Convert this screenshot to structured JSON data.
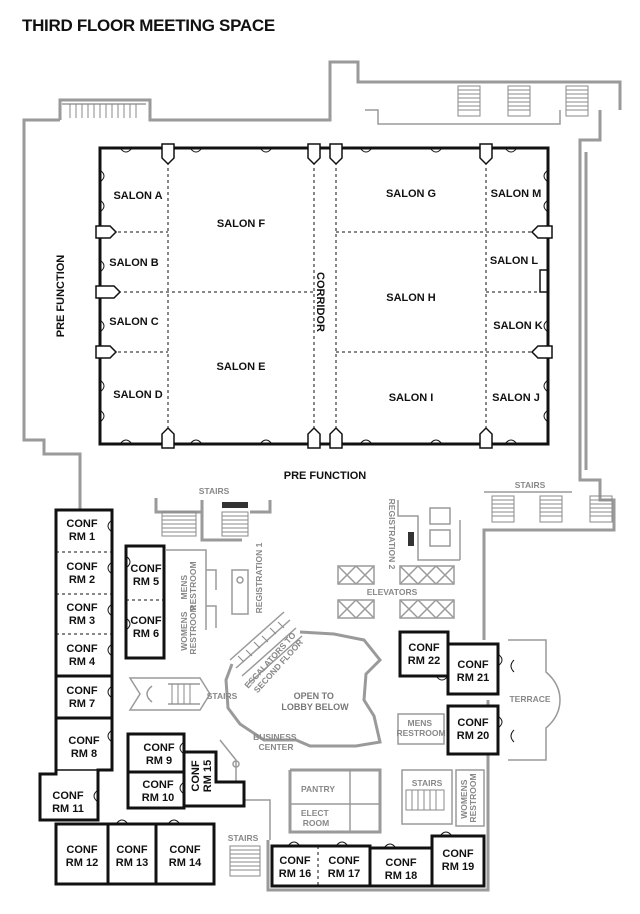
{
  "title": "THIRD FLOOR MEETING SPACE",
  "salons": {
    "a": "SALON A",
    "b": "SALON B",
    "c": "SALON C",
    "d": "SALON D",
    "e": "SALON E",
    "f": "SALON F",
    "g": "SALON G",
    "h": "SALON H",
    "i": "SALON I",
    "j": "SALON J",
    "k": "SALON K",
    "l": "SALON L",
    "m": "SALON M"
  },
  "areas": {
    "corridor": "CORRIDOR",
    "pre_function_top": "PRE FUNCTION",
    "pre_function_left": "PRE FUNCTION",
    "stairs_top": "STAIRS",
    "stairs_right": "STAIRS",
    "stairs_mid": "STAIRS",
    "stairs_bottom": "STAIRS",
    "stairs_lower_right": "STAIRS",
    "registration_1": "REGISTRATION 1",
    "registration_2": "REGISTRATION 2",
    "elevators": "ELEVATORS",
    "mens_restroom_left": [
      "MENS",
      "RESTROOM"
    ],
    "womens_restroom_left": [
      "WOMENS",
      "RESTROOM"
    ],
    "escalators": [
      "ESCALATORS TO",
      "SECOND FLOOR"
    ],
    "open_lobby": [
      "OPEN TO",
      "LOBBY BELOW"
    ],
    "business_center": [
      "BUSINESS",
      "CENTER"
    ],
    "pantry": "PANTRY",
    "elect_room": [
      "ELECT",
      "ROOM"
    ],
    "terrace": "TERRACE",
    "mens_restroom_right": [
      "MENS",
      "RESTROOM"
    ],
    "womens_restroom_right": [
      "WOMENS",
      "RESTROOM"
    ]
  },
  "conf": {
    "r1": [
      "CONF",
      "RM 1"
    ],
    "r2": [
      "CONF",
      "RM 2"
    ],
    "r3": [
      "CONF",
      "RM 3"
    ],
    "r4": [
      "CONF",
      "RM 4"
    ],
    "r5": [
      "CONF",
      "RM 5"
    ],
    "r6": [
      "CONF",
      "RM 6"
    ],
    "r7": [
      "CONF",
      "RM 7"
    ],
    "r8": [
      "CONF",
      "RM 8"
    ],
    "r9": [
      "CONF",
      "RM 9"
    ],
    "r10": [
      "CONF",
      "RM 10"
    ],
    "r11": [
      "CONF",
      "RM 11"
    ],
    "r12": [
      "CONF",
      "RM 12"
    ],
    "r13": [
      "CONF",
      "RM 13"
    ],
    "r14": [
      "CONF",
      "RM 14"
    ],
    "r15": [
      "CONF",
      "RM 15"
    ],
    "r16": [
      "CONF",
      "RM 16"
    ],
    "r17": [
      "CONF",
      "RM 17"
    ],
    "r18": [
      "CONF",
      "RM 18"
    ],
    "r19": [
      "CONF",
      "RM 19"
    ],
    "r20": [
      "CONF",
      "RM 20"
    ],
    "r21": [
      "CONF",
      "RM 21"
    ],
    "r22": [
      "CONF",
      "RM 22"
    ]
  }
}
